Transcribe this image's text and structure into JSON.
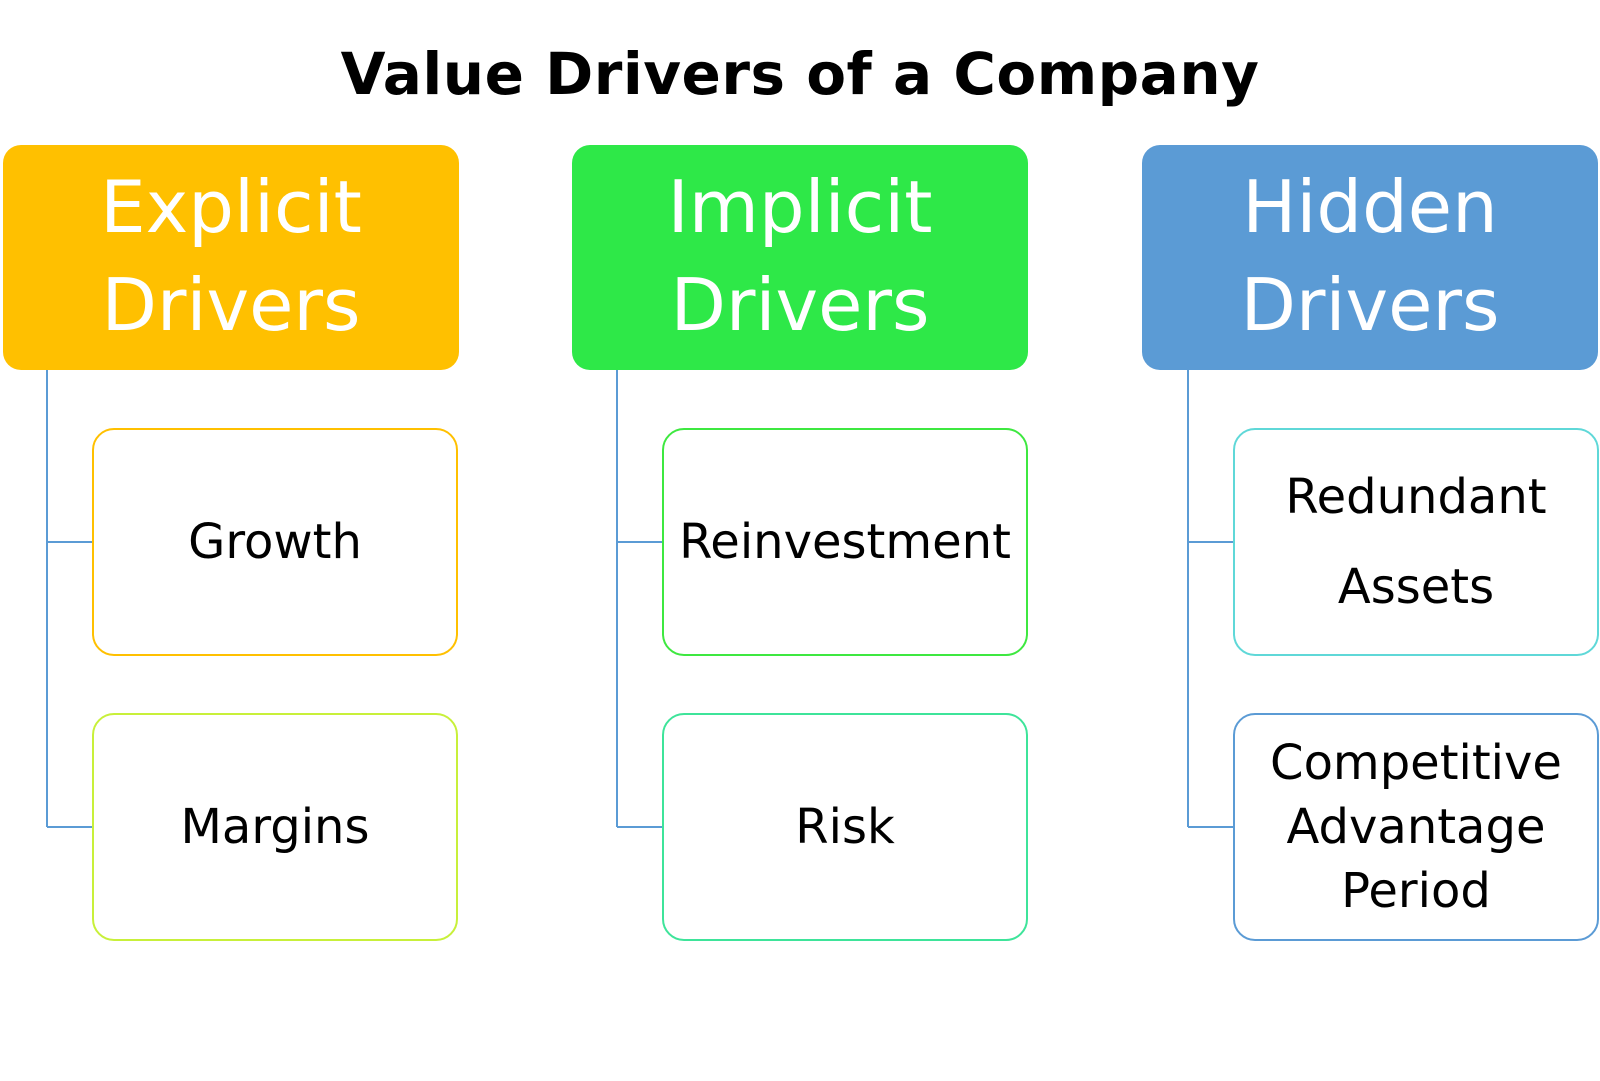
{
  "title": "Value Drivers of a Company",
  "colors": {
    "connector": "#5b9bd5",
    "text_white": "#ffffff",
    "text_black": "#000000"
  },
  "columns": [
    {
      "id": "explicit",
      "header_lines": [
        "Explicit",
        "Drivers"
      ],
      "header_color": "#ffc000",
      "children": [
        {
          "lines": [
            "Growth"
          ],
          "border_color": "#ffc000"
        },
        {
          "lines": [
            "Margins"
          ],
          "border_color": "#c8f03a"
        }
      ]
    },
    {
      "id": "implicit",
      "header_lines": [
        "Implicit",
        "Drivers"
      ],
      "header_color": "#2ee848",
      "children": [
        {
          "lines": [
            "Reinvestment"
          ],
          "border_color": "#3ee840"
        },
        {
          "lines": [
            "Risk"
          ],
          "border_color": "#3ee49a"
        }
      ]
    },
    {
      "id": "hidden",
      "header_lines": [
        "Hidden",
        "Drivers"
      ],
      "header_color": "#5b9bd5",
      "children": [
        {
          "lines": [
            "Redundant",
            "Assets"
          ],
          "border_color": "#5fd8d8"
        },
        {
          "lines": [
            "Competitive",
            "Advantage",
            "Period"
          ],
          "border_color": "#5b9bd5"
        }
      ]
    }
  ]
}
